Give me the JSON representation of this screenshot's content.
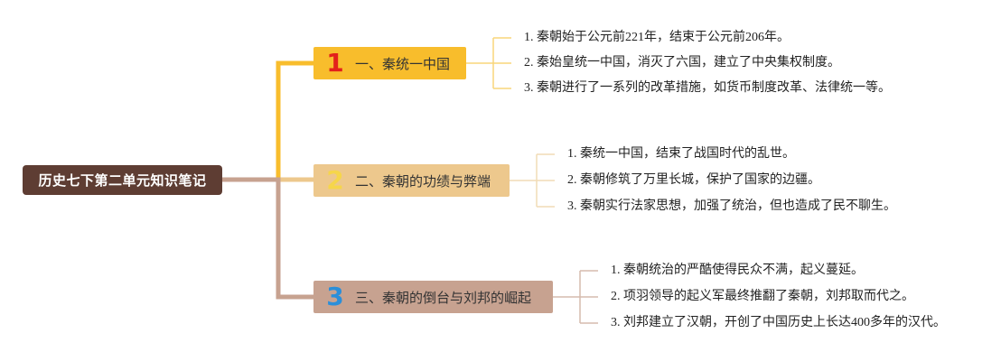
{
  "root": {
    "title": "历史七下第二单元知识笔记"
  },
  "branches": [
    {
      "number": "1",
      "label": "一、秦统一中国",
      "color": "#f8bd2c",
      "items": [
        "1. 秦朝始于公元前221年，结束于公元前206年。",
        "2. 秦始皇统一中国，消灭了六国，建立了中央集权制度。",
        "3. 秦朝进行了一系列的改革措施，如货币制度改革、法律统一等。"
      ]
    },
    {
      "number": "2",
      "label": "二、秦朝的功绩与弊端",
      "color": "#edc88d",
      "items": [
        "1. 秦统一中国，结束了战国时代的乱世。",
        "2. 秦朝修筑了万里长城，保护了国家的边疆。",
        "3. 秦朝实行法家思想，加强了统治，但也造成了民不聊生。"
      ]
    },
    {
      "number": "3",
      "label": "三、秦朝的倒台与刘邦的崛起",
      "color": "#c7a290",
      "items": [
        "1. 秦朝统治的严酷使得民众不满，起义蔓延。",
        "2. 项羽领导的起义军最终推翻了秦朝，刘邦取而代之。",
        "3. 刘邦建立了汉朝，开创了中国历史上长达400多年的汉代。"
      ]
    }
  ]
}
